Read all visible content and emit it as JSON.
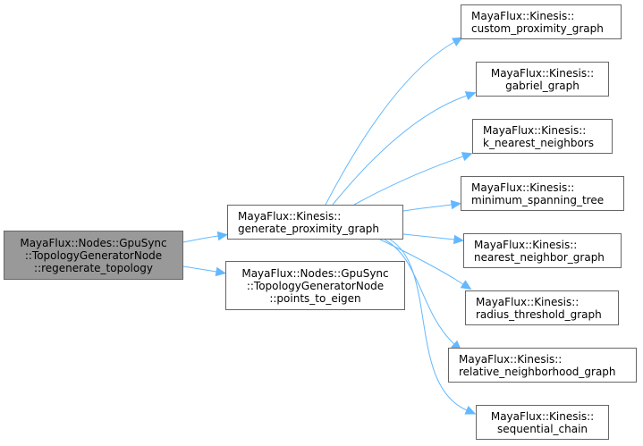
{
  "diagram": {
    "type": "call-graph",
    "edge_color": "#63b8ff",
    "root_fill": "#999999",
    "node_border": "#666666",
    "nodes": [
      {
        "id": "root",
        "lines": [
          "MayaFlux::Nodes::GpuSync",
          "::TopologyGeneratorNode",
          "::regenerate_topology"
        ],
        "align": "center",
        "highlighted": true
      },
      {
        "id": "gpg",
        "lines": [
          "MayaFlux::Kinesis::",
          "generate_proximity_graph"
        ],
        "align": "left"
      },
      {
        "id": "pte",
        "lines": [
          "MayaFlux::Nodes::GpuSync",
          "::TopologyGeneratorNode",
          "::points_to_eigen"
        ],
        "align": "center"
      },
      {
        "id": "cpg",
        "lines": [
          "MayaFlux::Kinesis::",
          "custom_proximity_graph"
        ],
        "align": "left"
      },
      {
        "id": "gg",
        "lines": [
          "MayaFlux::Kinesis::",
          "gabriel_graph"
        ],
        "align": "center"
      },
      {
        "id": "knn",
        "lines": [
          "MayaFlux::Kinesis::",
          "k_nearest_neighbors"
        ],
        "align": "left"
      },
      {
        "id": "mst",
        "lines": [
          "MayaFlux::Kinesis::",
          "minimum_spanning_tree"
        ],
        "align": "left"
      },
      {
        "id": "nng",
        "lines": [
          "MayaFlux::Kinesis::",
          "nearest_neighbor_graph"
        ],
        "align": "left"
      },
      {
        "id": "rtg",
        "lines": [
          "MayaFlux::Kinesis::",
          "radius_threshold_graph"
        ],
        "align": "left"
      },
      {
        "id": "rng",
        "lines": [
          "MayaFlux::Kinesis::",
          "relative_neighborhood_graph"
        ],
        "align": "left"
      },
      {
        "id": "sc",
        "lines": [
          "MayaFlux::Kinesis::",
          "sequential_chain"
        ],
        "align": "center"
      }
    ],
    "edges": [
      {
        "from": "root",
        "to": "gpg"
      },
      {
        "from": "root",
        "to": "pte"
      },
      {
        "from": "gpg",
        "to": "cpg"
      },
      {
        "from": "gpg",
        "to": "gg"
      },
      {
        "from": "gpg",
        "to": "knn"
      },
      {
        "from": "gpg",
        "to": "mst"
      },
      {
        "from": "gpg",
        "to": "nng"
      },
      {
        "from": "gpg",
        "to": "rtg"
      },
      {
        "from": "gpg",
        "to": "rng"
      },
      {
        "from": "gpg",
        "to": "sc"
      }
    ]
  }
}
